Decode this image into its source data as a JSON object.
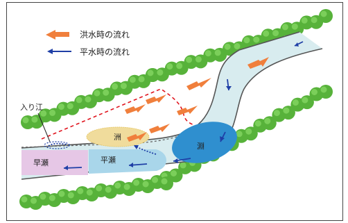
{
  "legend": {
    "flood_flow": "洪水時の流れ",
    "normal_flow": "平水時の流れ"
  },
  "labels": {
    "inlet": "入り江",
    "sandbar": "洲",
    "pool": "淵",
    "riffle": "早瀬",
    "glide": "平瀬"
  },
  "colors": {
    "flood_arrow": "#f07f3c",
    "normal_arrow": "#1f3fa6",
    "river": "#d8ecef",
    "pool": "#2f8fcf",
    "glide": "#a9d6ea",
    "riffle": "#e6c7e6",
    "sandbar": "#f0dc9c",
    "flood_plain_line": "#e0141e",
    "trees": "#57b23a"
  }
}
